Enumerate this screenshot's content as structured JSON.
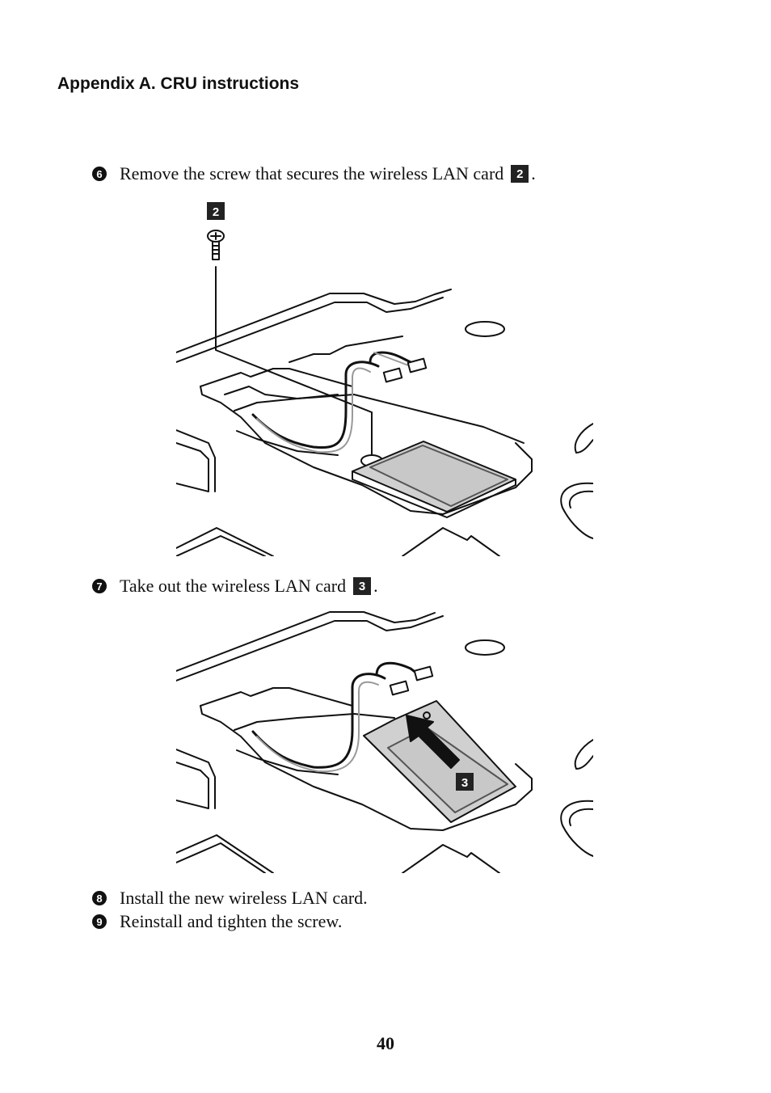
{
  "header": {
    "title": "Appendix A. CRU instructions"
  },
  "steps": [
    {
      "number": "6",
      "text": "Remove the screw that secures the wireless LAN card",
      "callout": "2",
      "end": "."
    },
    {
      "number": "7",
      "text": "Take out the wireless LAN card",
      "callout": "3",
      "end": "."
    },
    {
      "number": "8",
      "text": "Install the new wireless LAN card."
    },
    {
      "number": "9",
      "text": "Reinstall and tighten the screw."
    }
  ],
  "figures": {
    "fig1_callout": "2",
    "fig2_callout": "3"
  },
  "footer": {
    "page_number": "40"
  }
}
